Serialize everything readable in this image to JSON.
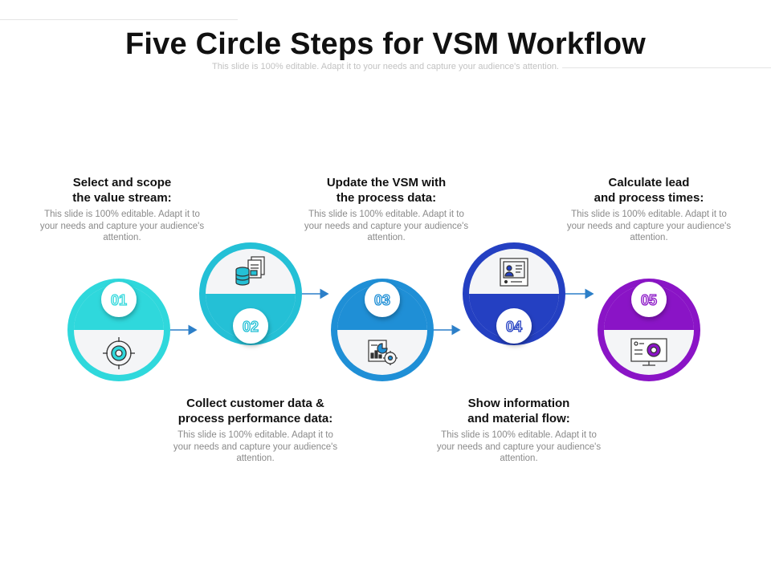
{
  "header": {
    "title": "Five Circle Steps for VSM Workflow",
    "subtitle": "This slide is 100% editable. Adapt it to your needs and capture your audience's attention."
  },
  "steps": [
    {
      "number": "01",
      "heading_line1": "Select and scope",
      "heading_line2": "the value stream:",
      "description": "This slide is 100% editable. Adapt it to your needs and capture your audience's attention.",
      "icon": "target-icon",
      "color": "#2fd8dc"
    },
    {
      "number": "02",
      "heading_line1": "Collect customer data &",
      "heading_line2": "process performance data:",
      "description": "This slide is 100% editable. Adapt it to your needs and capture your audience's attention.",
      "icon": "database-documents-icon",
      "color": "#24c0d6"
    },
    {
      "number": "03",
      "heading_line1": "Update the VSM with",
      "heading_line2": "the process data:",
      "description": "This slide is 100% editable. Adapt it to your needs and capture your audience's attention.",
      "icon": "report-gear-icon",
      "color": "#1f8fd6"
    },
    {
      "number": "04",
      "heading_line1": "Show information",
      "heading_line2": "and material flow:",
      "description": "This slide is 100% editable. Adapt it to your needs and capture your audience's attention.",
      "icon": "presentation-board-icon",
      "color": "#2440c2"
    },
    {
      "number": "05",
      "heading_line1": "Calculate lead",
      "heading_line2": "and process times:",
      "description": "This slide is 100% editable. Adapt it to your needs and capture your audience's attention.",
      "icon": "monitor-chart-icon",
      "color": "#8a14c6"
    }
  ],
  "colors": {
    "circle_inner": "#f4f5f7",
    "arrow": "#2c7fc8",
    "number_text_white": "#ffffff"
  }
}
